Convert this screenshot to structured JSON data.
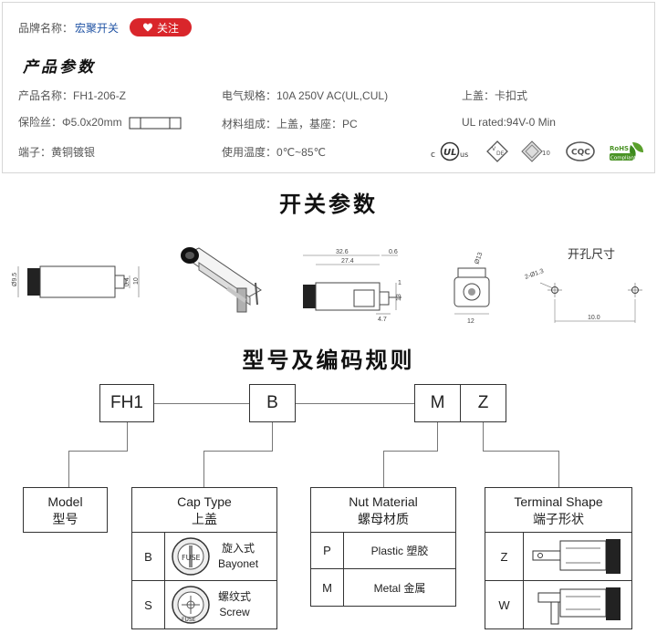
{
  "header": {
    "brand_label": "品牌名称：",
    "brand_name": "宏聚开关",
    "follow_label": "关注",
    "section_title": "产品参数"
  },
  "params": {
    "product_name": "产品名称：FH1-206-Z",
    "electrical": "电气规格：10A  250V  AC(UL,CUL)",
    "cap": "上盖：卡扣式",
    "fuse": "保险丝：Φ5.0x20mm",
    "material": "材料组成：上盖，基座：PC",
    "ul_rated": "UL rated:94V-0 Min",
    "terminal": "端子：黄铜镀银",
    "temperature": "使用温度：0℃~85℃"
  },
  "certifications": [
    "c UL us",
    "VDE",
    "10",
    "CQC",
    "RoHS Compliant"
  ],
  "switch_params": {
    "title": "开关参数",
    "hole_size_label": "开孔尺寸",
    "dims": {
      "d95": "Ø9.5",
      "d04": "0.4",
      "d10": "10",
      "d326": "32.6",
      "d06": "0.6",
      "d274": "27.4",
      "d1": "1",
      "d13": "13",
      "d47": "4.7",
      "d13b": "Ø13",
      "d12": "12",
      "d2x13": "2-Ø1.3",
      "d100": "10.0"
    }
  },
  "coding": {
    "title": "型号及编码规则",
    "codes": [
      "FH1",
      "B",
      "M",
      "Z"
    ],
    "model": {
      "en": "Model",
      "zh": "型号"
    },
    "cap_type": {
      "en": "Cap Type",
      "zh": "上盖",
      "rows": [
        {
          "key": "B",
          "zh": "旋入式",
          "en": "Bayonet"
        },
        {
          "key": "S",
          "zh": "螺纹式",
          "en": "Screw"
        }
      ]
    },
    "nut_material": {
      "en": "Nut Material",
      "zh": "螺母材质",
      "rows": [
        {
          "key": "P",
          "value": "Plastic 塑胶"
        },
        {
          "key": "M",
          "value": "Metal 金属"
        }
      ]
    },
    "terminal_shape": {
      "en": "Terminal Shape",
      "zh": "端子形状",
      "rows": [
        {
          "key": "Z"
        },
        {
          "key": "W"
        }
      ]
    }
  }
}
